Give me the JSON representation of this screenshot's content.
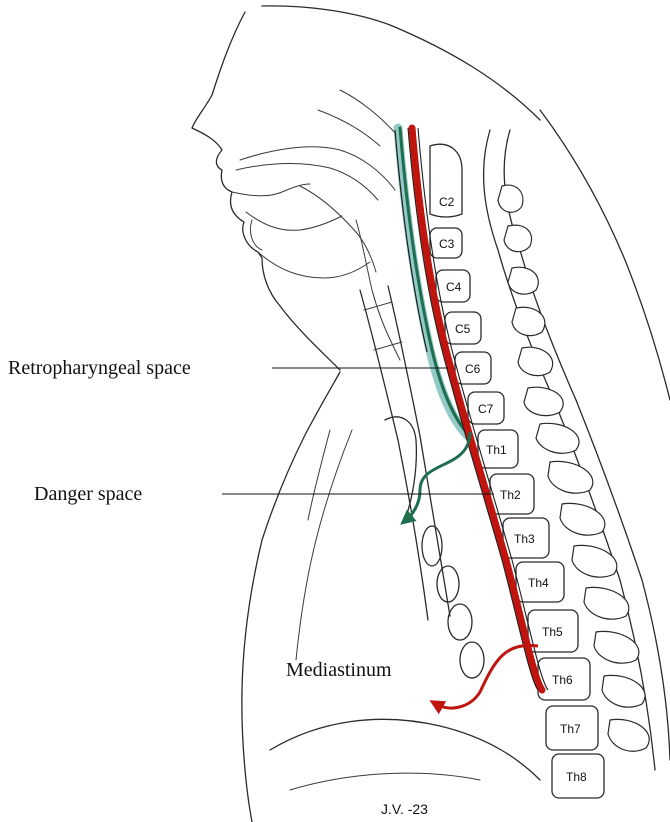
{
  "labels": {
    "retropharyngeal": "Retropharyngeal space",
    "danger": "Danger space",
    "mediastinum": "Mediastinum",
    "signature": "J.V. -23"
  },
  "vertebrae": [
    "C2",
    "C3",
    "C4",
    "C5",
    "C6",
    "C7",
    "Th1",
    "Th2",
    "Th3",
    "Th4",
    "Th5",
    "Th6",
    "Th7",
    "Th8"
  ],
  "colors": {
    "danger_space": "#c0140f",
    "retropharyngeal_space": "#1f6e4f",
    "retropharyngeal_tint": "#6fb8b4",
    "outline": "#2b2b2b"
  }
}
